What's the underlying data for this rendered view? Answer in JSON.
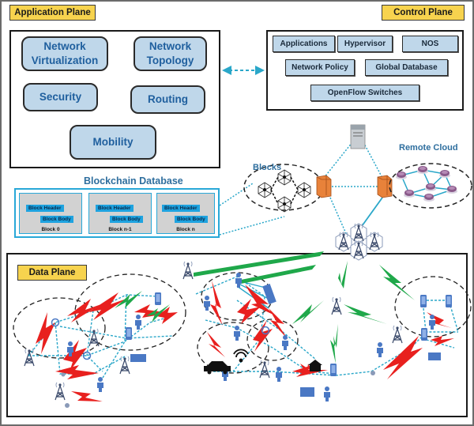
{
  "application_plane": {
    "tag": "Application Plane",
    "items": [
      "Network\nVirtualization",
      "Network\nTopology",
      "Security",
      "Routing",
      "Mobility"
    ]
  },
  "control_plane": {
    "tag": "Control Plane",
    "items": [
      "Applications",
      "Hypervisor",
      "NOS",
      "Network Policy",
      "Global Database",
      "OpenFlow Switches"
    ]
  },
  "blockchain": {
    "title": "Blockchain Database",
    "blocks": [
      {
        "header": "Block Header",
        "body": "Block Body",
        "label": "Block 0"
      },
      {
        "header": "Block Header",
        "body": "Block Body",
        "label": "Block n-1"
      },
      {
        "header": "Block Header",
        "body": "Block Body",
        "label": "Block n"
      }
    ]
  },
  "network": {
    "blocks_label": "Blocks",
    "remote_cloud_label": "Remote Cloud"
  },
  "data_plane": {
    "tag": "Data Plane"
  },
  "colors": {
    "tag_fill": "#f7d34e",
    "item_fill": "#bfd7ea",
    "item_text": "#1f5f9e",
    "link_blue": "#2aa7c9",
    "wireless_red": "#e8201e",
    "wireless_green": "#1fa84a",
    "device_blue": "#4a78c4"
  }
}
